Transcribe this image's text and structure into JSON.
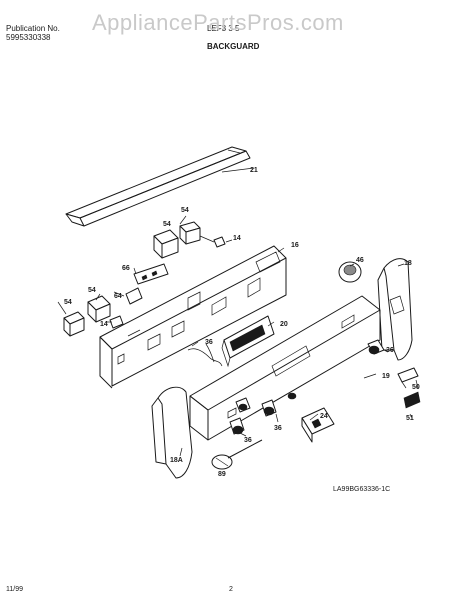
{
  "header": {
    "publication_label": "Publication No.",
    "publication_number": "5995330338",
    "model_code": "LEF3 3 5 ",
    "section_title": "BACKGUARD"
  },
  "watermark": "AppliancePartsPros.com",
  "callouts": {
    "c21": "21",
    "c14a": "14",
    "c54a": "54",
    "c16": "16",
    "c46": "46",
    "c18": "18",
    "c66": "66",
    "c54b": "54",
    "c64": "64",
    "c14b": "14",
    "c20": "20",
    "c36a": "36",
    "c36b": "36",
    "c19": "19",
    "c50": "50",
    "c51": "51",
    "c24": "24",
    "c36c": "36",
    "c36d": "36",
    "c18a": "18A",
    "c89": "89"
  },
  "diagram_code": "LA99BG63336-1C",
  "footer": {
    "date": "11/99",
    "page": "2"
  }
}
